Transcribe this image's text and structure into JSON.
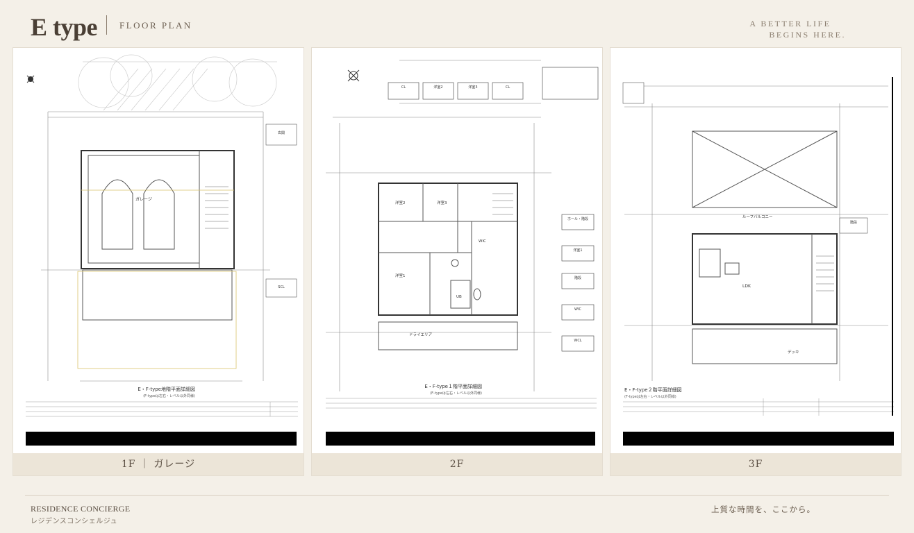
{
  "header": {
    "title": "E type",
    "subtitle": "FLOOR PLAN",
    "tagline_line1": "A BETTER LIFE",
    "tagline_line2": "BEGINS HERE."
  },
  "panels": [
    {
      "caption": "1F ｜ ガレージ",
      "plan_title": "E・F-type地階平面詳細図",
      "plan_subtitle": "(F-typeは左右・レベル以外同様)",
      "room_label": "ガレージ",
      "table_labels": [
        "玄関",
        "SCL"
      ]
    },
    {
      "caption": "2F",
      "plan_title": "E・F-type１階平面詳細図",
      "plan_subtitle": "(F-typeは左右・レベル以外同様)",
      "room_labels": [
        "洋室2",
        "洋室3",
        "洋室1",
        "WIC",
        "UB",
        "ドライエリア"
      ],
      "table_labels": [
        "CL",
        "洋室2",
        "洋室3",
        "CL",
        "ホール・階段",
        "洋室1",
        "階段",
        "WIC",
        "WCL"
      ]
    },
    {
      "caption": "3F",
      "plan_title": "E・F-type２階平面詳細図",
      "plan_subtitle": "(F-typeは左右・レベル以外同様)",
      "room_labels": [
        "ルーフバルコニー",
        "LDK",
        "デッキ"
      ],
      "table_labels": [
        "階段"
      ]
    }
  ],
  "footer": {
    "brand": "RESIDENCE CONCIERGE",
    "brand_ja": "レジデンスコンシェルジュ",
    "motto": "上質な時間を、ここから。"
  },
  "colors": {
    "background": "#f4f0e8",
    "panel": "#ffffff",
    "caption_bg": "#ece5d8",
    "text": "#4a3f35"
  }
}
